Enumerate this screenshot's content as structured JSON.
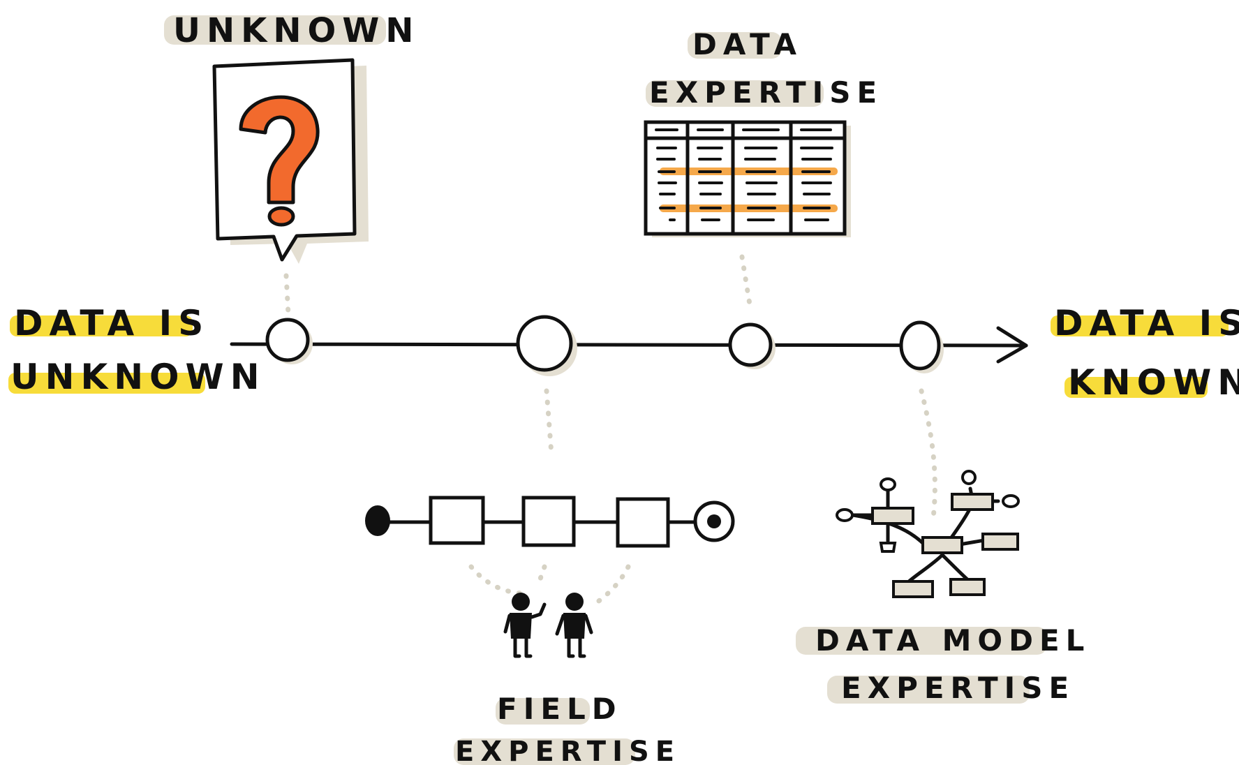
{
  "labels": {
    "start": [
      "DATA IS",
      "UNKNOWN"
    ],
    "end": [
      "DATA IS",
      "KNOWN"
    ],
    "unknown": "UNKNOWN",
    "data_expertise": [
      "DATA",
      "EXPERTISE"
    ],
    "field_expertise": [
      "FIELD",
      "EXPERTISE"
    ],
    "data_model_expertise": [
      "DATA MODEL",
      "EXPERTISE"
    ]
  },
  "icons": {
    "unknown": "question-mark-speech-bubble-icon",
    "data_expertise": "spreadsheet-table-icon",
    "field_expertise": "process-flow-with-two-people-icon",
    "data_model_expertise": "entity-relationship-model-icon"
  },
  "colors": {
    "ink": "#111111",
    "highlight_yellow": "#f7dc3a",
    "shadow_beige": "#e4dfd2",
    "question_orange": "#f26a2d",
    "table_highlight": "#f5a84a"
  }
}
